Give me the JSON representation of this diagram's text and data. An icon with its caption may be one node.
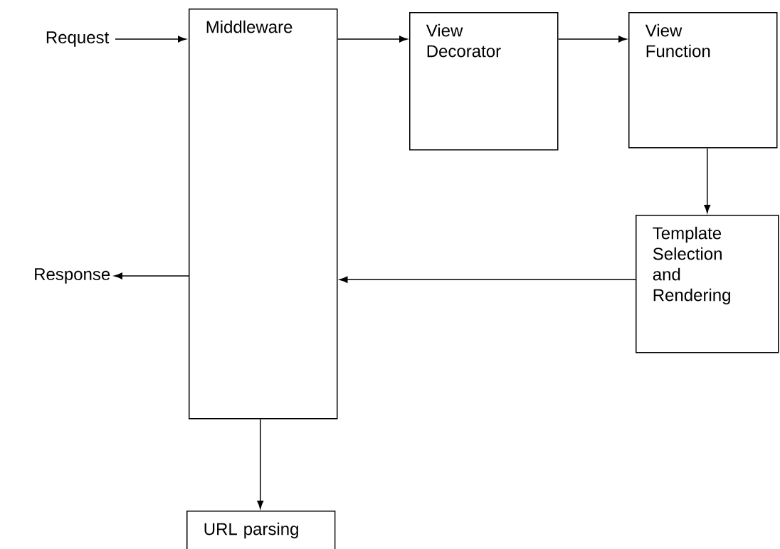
{
  "diagram": {
    "nodes": [
      {
        "text": [
          "Request"
        ]
      },
      {
        "text": [
          "Middleware"
        ]
      },
      {
        "text": [
          "View Decorator"
        ]
      },
      {
        "text": [
          "View Function"
        ]
      },
      {
        "text": [
          "Template Selection and Rendering"
        ]
      },
      {
        "text": [
          "Response"
        ]
      },
      {
        "text": [
          "URL parsing"
        ]
      }
    ],
    "edges": [
      {
        "from": 0,
        "to": 1,
        "arrow": "to"
      },
      {
        "from": 1,
        "to": 2,
        "arrow": "to"
      },
      {
        "from": 2,
        "to": 3,
        "arrow": "to"
      },
      {
        "from": 3,
        "to": 4,
        "arrow": "to"
      },
      {
        "from": 4,
        "to": 1,
        "arrow": "to"
      },
      {
        "from": 1,
        "to": 5,
        "arrow": "to"
      },
      {
        "from": 1,
        "to": 6,
        "arrow": "to"
      }
    ]
  }
}
